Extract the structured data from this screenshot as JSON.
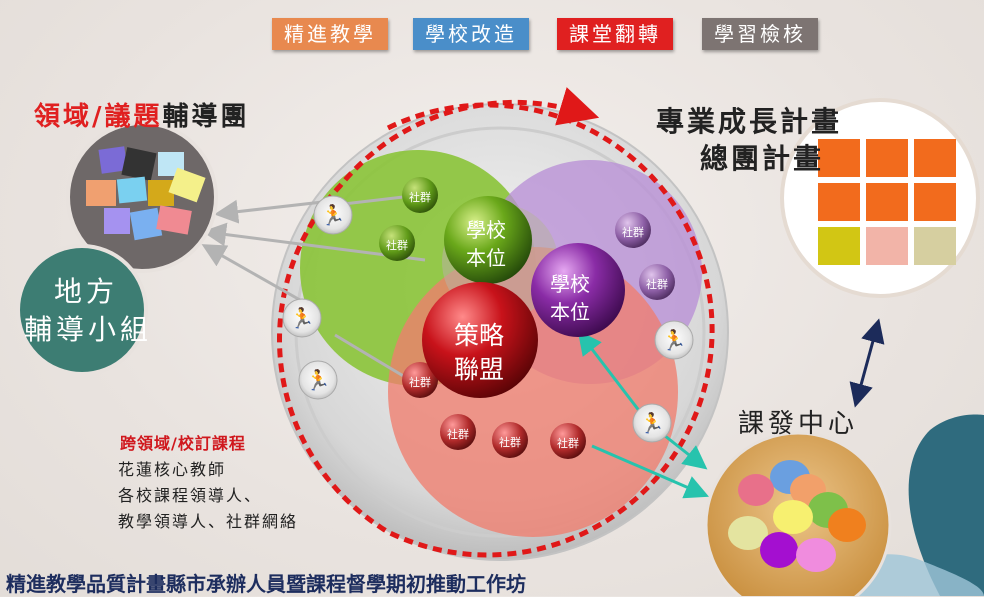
{
  "tags": [
    {
      "label": "精進教學",
      "color": "#e8894f"
    },
    {
      "label": "學校改造",
      "color": "#4a8ec9"
    },
    {
      "label": "課堂翻轉",
      "color": "#e02020"
    },
    {
      "label": "學習檢核",
      "color": "#7d7472"
    }
  ],
  "left": {
    "title_red": "領域/議題",
    "title_black": "輔導團",
    "local_group_line1": "地方",
    "local_group_line2": "輔導小組"
  },
  "right": {
    "plan_line1": "專業成長計畫",
    "plan_line2": "總團計畫",
    "center_label": "課發中心"
  },
  "center": {
    "school_green_line1": "學校",
    "school_green_line2": "本位",
    "school_purple_line1": "學校",
    "school_purple_line2": "本位",
    "strategy_line1": "策略",
    "strategy_line2": "聯盟",
    "community": "社群"
  },
  "bottom_left": {
    "title": "跨領域/校訂課程",
    "lines": [
      "花蓮核心教師",
      "各校課程領導人、",
      "教學領導人、社群網絡"
    ]
  },
  "footer": "精進教學品質計畫縣市承辦人員暨課程督學期初推動工作坊",
  "colors": {
    "green": "#8cc43c",
    "purple": "#b98fd6",
    "coral": "#f07e6e",
    "red_accent": "#e02020",
    "teal_circle": "#3d7d73",
    "orange_square": "#f26b1d"
  }
}
